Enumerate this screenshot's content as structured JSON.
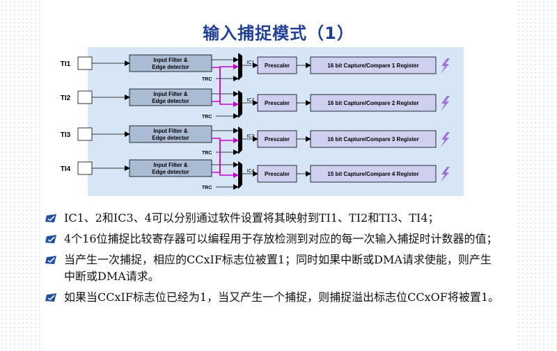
{
  "title": "输入捕捉模式（1）",
  "channels": [
    {
      "input": "TI1",
      "filter": [
        "Input Filter &",
        "Edge detector"
      ],
      "ic": "IC1",
      "trc": "TRC",
      "prescaler": "Prescaler",
      "register": "16 bit Capture/Compare 1 Register"
    },
    {
      "input": "TI2",
      "filter": [
        "Input Filter &",
        "Edge detector"
      ],
      "ic": "IC2",
      "trc": "TRC",
      "prescaler": "Prescaler",
      "register": "16 bit Capture/Compare 2 Register"
    },
    {
      "input": "TI3",
      "filter": [
        "Input Filter &",
        "Edge detector"
      ],
      "ic": "IC3",
      "trc": "TRC",
      "prescaler": "Prescaler",
      "register": "16 bit Capture/Compare 3 Register"
    },
    {
      "input": "TI4",
      "filter": [
        "Input Filter &",
        "Edge detector"
      ],
      "ic": "IC4",
      "trc": "TRC",
      "prescaler": "Prescaler",
      "register": "15 bit Capture/Compare 4 Register"
    }
  ],
  "bullets": [
    "IC1、2和IC3、4可以分别通过软件设置将其映射到TI1、TI2和TI3、TI4；",
    "4个16位捕捉比较寄存器可以编程用于存放检测到对应的每一次输入捕捉时计数器的值；",
    "当产生一次捕捉，相应的CCxIF标志位被置1；同时如果中断或DMA请求使能，则产生中断或DMA请求。",
    "如果当CCxIF标志位已经为1，当又产生一个捕捉，则捕捉溢出标志位CCxOF将被置1。"
  ],
  "colors": {
    "title": "#1f3f9a",
    "panel": "#d6e6f6",
    "filter_box": "#a9bcd4",
    "register_box": "#cfcff0",
    "cross_arrow": "#cc00cc",
    "lightning": "#a070e0",
    "bullet_icon": "#1f4fa0"
  },
  "icons": {
    "bullet": "check-box-icon",
    "register": "lightning-bolt-icon"
  }
}
